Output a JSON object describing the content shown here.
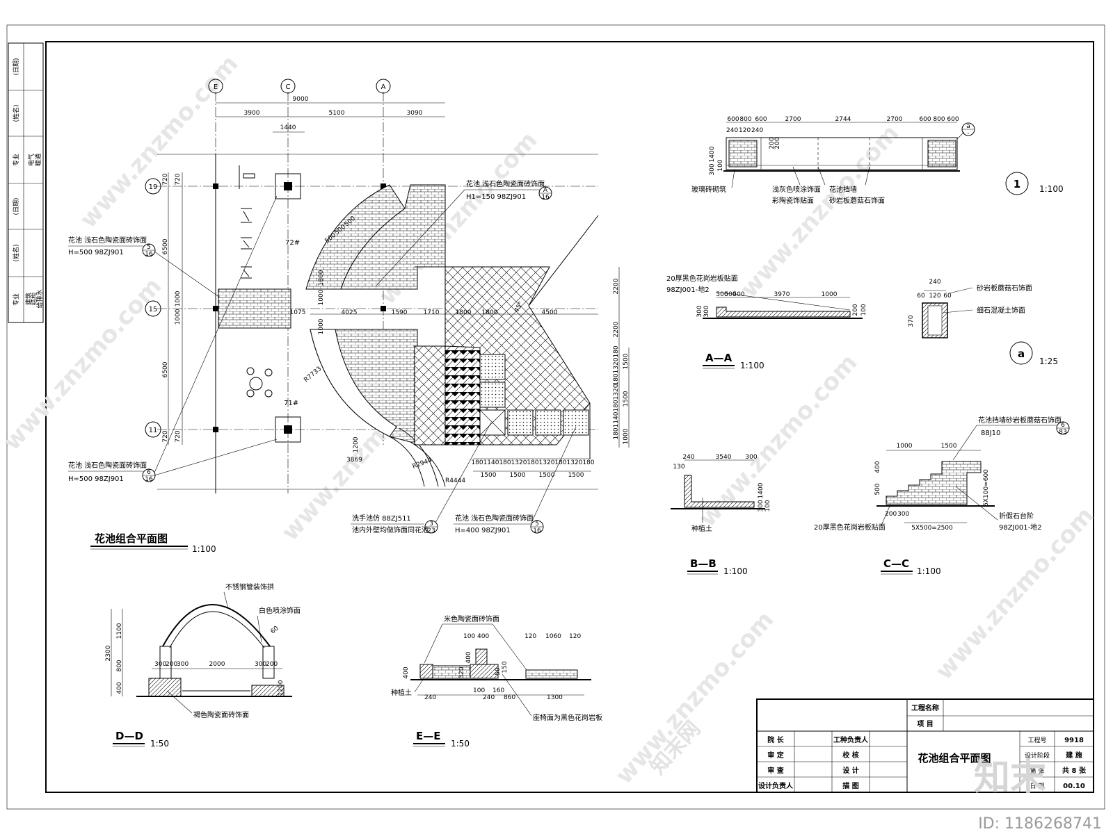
{
  "plan": {
    "title": "花池组合平面图",
    "scale": "1:100",
    "axes_top": [
      "E",
      "C",
      "A"
    ],
    "axes_left": [
      "19",
      "15",
      "11"
    ],
    "dims_top": [
      "9000",
      "3900",
      "5100",
      "3090",
      "1440"
    ],
    "dims_left": [
      "720",
      "720",
      "6500",
      "1000",
      "1000",
      "6500",
      "720",
      "720"
    ],
    "dims_mid": [
      "1075",
      "4025",
      "1590",
      "1710",
      "1800",
      "1800",
      "4500",
      "1000",
      "1800",
      "1000"
    ],
    "dims_right": [
      "2200",
      "2200",
      "180",
      "1320",
      "180",
      "1320",
      "180",
      "1140",
      "180",
      "1500",
      "1500",
      "1000"
    ],
    "dims_bottom_row1": [
      "180",
      "1140",
      "180",
      "1320",
      "180",
      "1320",
      "180",
      "1320",
      "180"
    ],
    "dims_bottom_row2": [
      "1500",
      "1500",
      "1500",
      "1500"
    ],
    "dims_misc": [
      "3869",
      "1200",
      "R7733",
      "R2944",
      "R4444",
      "500",
      "500",
      "500",
      "45°"
    ],
    "building_72": "72#",
    "building_71": "71#",
    "callout_left_top": {
      "line1": "花池 浅石色陶瓷面砖饰面",
      "line2": "H=500   98ZJ901",
      "ref_top": "5",
      "ref_bottom": "16"
    },
    "callout_left_bottom": {
      "line1": "花池 浅石色陶瓷面砖饰面",
      "line2": "H=500   98ZJ901",
      "ref_top": "6",
      "ref_bottom": "16"
    },
    "callout_top_center": {
      "line1": "花池 浅石色陶瓷面砖饰面",
      "line2": "H1=150  98ZJ901",
      "ref_top": "A",
      "ref_bottom": "16"
    },
    "callout_sink": {
      "line1": "洗手池仿 88ZJ511",
      "line2": "池内外壁均做饰面同花池",
      "ref_top": "3",
      "ref_bottom": "23"
    },
    "callout_bottom_center": {
      "line1": "花池 浅石色陶瓷面砖饰面",
      "line2": "H=400   98ZJ901",
      "ref_top": "5",
      "ref_bottom": "16"
    }
  },
  "elev1": {
    "dims": [
      "600",
      "800",
      "600",
      "2700",
      "2744",
      "2700",
      "600",
      "800",
      "600"
    ],
    "dims_small": [
      "240",
      "120",
      "240"
    ],
    "dims_side": [
      "1400",
      "300",
      "200",
      "200",
      "100"
    ],
    "labels": [
      "玻璃砖砌筑",
      "浅灰色喷涂饰面",
      "彩陶瓷饰贴面",
      "花池挡墙",
      "砂岩板蘑菇石饰面"
    ],
    "ref": "a",
    "ref_bottom": "-",
    "circle_label": "1",
    "scale": "1:100"
  },
  "detail_a": {
    "dims": [
      "240",
      "60",
      "120",
      "60",
      "370"
    ],
    "labels": [
      "砂岩板蘑菇石饰面",
      "细石混凝土饰面"
    ],
    "circle_label": "a",
    "scale": "1:25"
  },
  "section_aa": {
    "title": "A—A",
    "scale": "1:100",
    "label1": "20厚黑色花岗岩板贴面",
    "label2": "98ZJ001-地2",
    "dims": [
      "500",
      "500",
      "500",
      "3970",
      "1000"
    ],
    "dims_side": [
      "300",
      "300",
      "200",
      "100"
    ]
  },
  "section_bb": {
    "title": "B—B",
    "scale": "1:100",
    "dims": [
      "240",
      "3540",
      "300",
      "130",
      "1400",
      "300",
      "100"
    ],
    "label": "种植土"
  },
  "section_cc": {
    "title": "C—C",
    "scale": "1:100",
    "label_top": "花池挡墙砂岩板蘑菇石饰面",
    "label_top2": "88J10",
    "ref_top": "6",
    "ref_bottom": "83",
    "dims": [
      "1000",
      "1500",
      "400",
      "500",
      "6X100=600",
      "200",
      "300",
      "5X500=2500"
    ],
    "label_left": "20厚黑色花岗岩板贴面",
    "label_right1": "折假石台阶",
    "label_right2": "98ZJ001-地2"
  },
  "section_dd": {
    "title": "D—D",
    "scale": "1:50",
    "label_top": "不锈钢管装饰拱",
    "label_right": "白色喷涂饰面",
    "label_bottom": "褐色陶瓷面砖饰面",
    "dims": [
      "300",
      "200",
      "300",
      "2000",
      "300",
      "200",
      "2300",
      "1100",
      "800",
      "400",
      "60",
      "1200"
    ]
  },
  "section_ee": {
    "title": "E—E",
    "scale": "1:50",
    "label_top": "米色陶瓷面砖饰面",
    "label_left": "种植土",
    "label_right": "座椅面为黑色花岗岩板",
    "dims": [
      "100",
      "400",
      "120",
      "1060",
      "120",
      "400",
      "320",
      "400",
      "50",
      "150",
      "240",
      "100",
      "240",
      "160",
      "860",
      "1300"
    ]
  },
  "title_block": {
    "project_name_label": "工程名称",
    "item_label": "项    目",
    "rows_left": [
      "院    长",
      "审    定",
      "审    查",
      "设计负责人"
    ],
    "rows_mid": [
      "工种负责人",
      "校    核",
      "设    计",
      "描    图"
    ],
    "drawing_title": "花池组合平面图",
    "right_labels": [
      "工程号",
      "设计阶段",
      "第    张",
      "日    期"
    ],
    "right_values": [
      "9918",
      "建  施",
      "共 8 张",
      "00.10"
    ]
  },
  "side_block": {
    "labels": [
      "(日期)",
      "(姓名)",
      "专业",
      "(日期)",
      "(姓名)",
      "专业"
    ],
    "items": [
      "建筑",
      "结构",
      "给排水",
      "电气",
      "暖通",
      "建筑"
    ]
  },
  "watermark": {
    "text": "www.znzmo.com",
    "brand": "知末网",
    "logo": "知末",
    "id": "ID: 1186268741"
  }
}
